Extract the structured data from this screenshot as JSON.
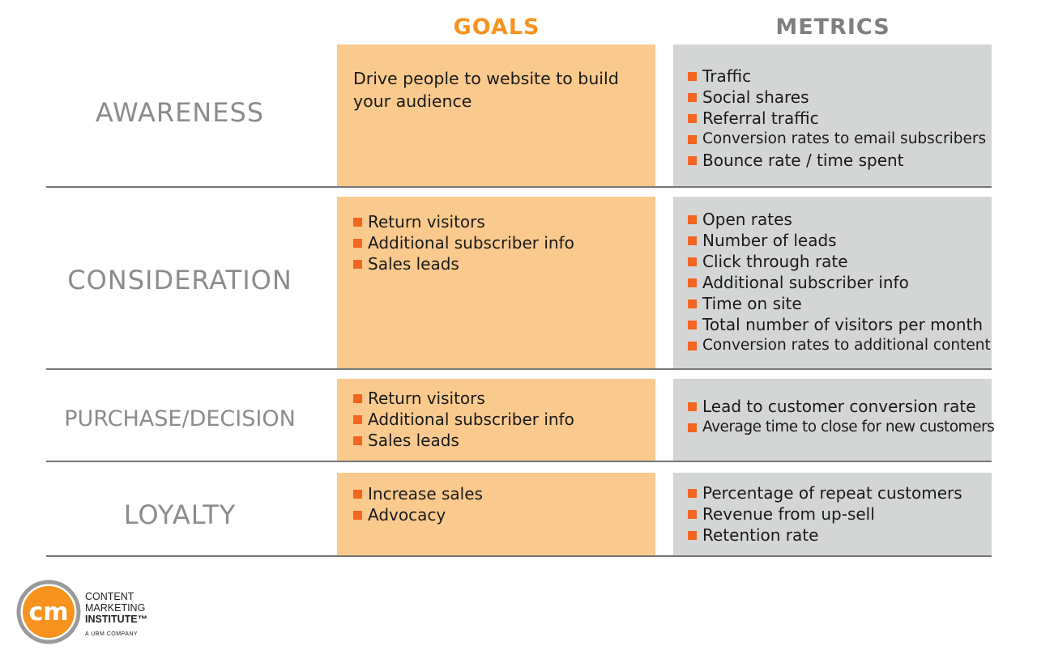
{
  "headers": {
    "goals": "GOALS",
    "metrics": "METRICS"
  },
  "colors": {
    "goals_heading": "#f7931e",
    "metrics_heading": "#7f7f7f",
    "goals_bg": "#f9c98d",
    "metrics_bg": "#d3d6d5",
    "bullet": "#f26522"
  },
  "stages": [
    {
      "name": "AWARENESS",
      "goal_text": "Drive people to website to build your audience",
      "metrics": [
        "Traffic",
        "Social shares",
        "Referral traffic",
        "Conversion rates to email subscribers",
        "Bounce rate / time spent"
      ]
    },
    {
      "name": "CONSIDERATION",
      "goals": [
        "Return visitors",
        "Additional subscriber info",
        "Sales leads"
      ],
      "metrics": [
        "Open rates",
        "Number of leads",
        "Click through rate",
        "Additional subscriber info",
        "Time on site",
        "Total number of visitors per month",
        "Conversion rates to additional content"
      ]
    },
    {
      "name": "PURCHASE/DECISION",
      "goals": [
        "Return visitors",
        "Additional subscriber info",
        "Sales leads"
      ],
      "metrics": [
        "Lead to customer conversion rate",
        "Average time to close for new customers"
      ]
    },
    {
      "name": "LOYALTY",
      "goals": [
        "Increase sales",
        "Advocacy"
      ],
      "metrics": [
        "Percentage of repeat customers",
        "Revenue from up-sell",
        "Retention rate"
      ]
    }
  ],
  "logo": {
    "mark": "cm",
    "line1": "CONTENT",
    "line2": "MARKETING",
    "line3": "INSTITUTE™",
    "tagline": "A UBM COMPANY"
  }
}
